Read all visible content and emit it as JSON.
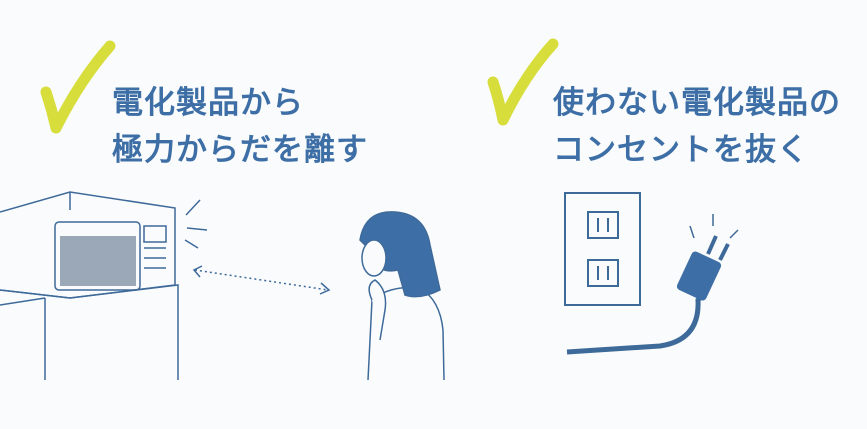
{
  "left_tip": {
    "line1": "電化製品から",
    "line2": "極力からだを離す"
  },
  "right_tip": {
    "line1": "使わない電化製品の",
    "line2": "コンセントを抜く"
  },
  "colors": {
    "text": "#3d6fa6",
    "check": "#d7dd3a",
    "line": "#3e6a9a"
  }
}
